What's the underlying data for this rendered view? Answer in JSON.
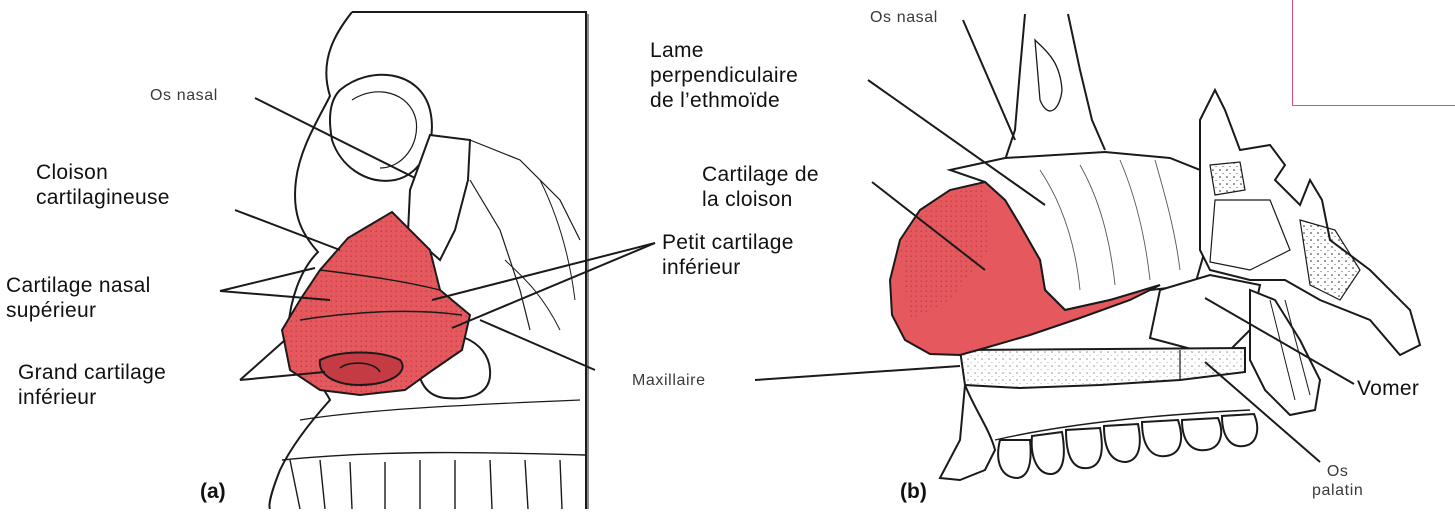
{
  "colors": {
    "cartilage": "#e4585e",
    "cartilage_dark": "#c43b44",
    "line": "#1a1a1a",
    "bone": "#ffffff",
    "frame_box": "#d4547a"
  },
  "panel_a": {
    "label": "(a)",
    "os_nasal": "Os nasal",
    "cloison_1": "Cloison",
    "cloison_2": "cartilagineuse",
    "cart_nasal_sup_1": "Cartilage nasal",
    "cart_nasal_sup_2": "supérieur",
    "grand_cart_1": "Grand cartilage",
    "grand_cart_2": "inférieur",
    "petit_cart_1": "Petit cartilage",
    "petit_cart_2": "inférieur",
    "maxillaire": "Maxillaire"
  },
  "panel_b": {
    "label": "(b)",
    "os_nasal": "Os nasal",
    "lame_1": "Lame",
    "lame_2": "perpendiculaire",
    "lame_3": "de l’ethmoïde",
    "cart_cloison_1": "Cartilage de",
    "cart_cloison_2": "la cloison",
    "vomer": "Vomer",
    "os_palatin_1": "Os",
    "os_palatin_2": "palatin"
  }
}
